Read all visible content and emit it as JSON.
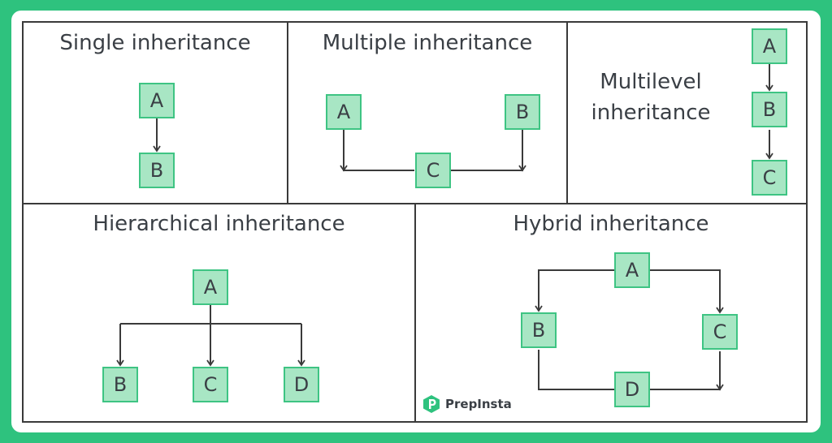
{
  "panels": {
    "single": {
      "title": "Single inheritance",
      "nodes": {
        "a": "A",
        "b": "B"
      }
    },
    "multiple": {
      "title": "Multiple inheritance",
      "nodes": {
        "a": "A",
        "b": "B",
        "c": "C"
      }
    },
    "multilevel": {
      "title_line1": "Multilevel",
      "title_line2": "inheritance",
      "nodes": {
        "a": "A",
        "b": "B",
        "c": "C"
      }
    },
    "hierarchical": {
      "title": "Hierarchical inheritance",
      "nodes": {
        "a": "A",
        "b": "B",
        "c": "C",
        "d": "D"
      }
    },
    "hybrid": {
      "title": "Hybrid inheritance",
      "nodes": {
        "a": "A",
        "b": "B",
        "c": "C",
        "d": "D"
      }
    }
  },
  "brand": {
    "name": "PrepInsta",
    "logo_icon": "prepinsta-logo-icon"
  },
  "colors": {
    "background": "#2ec27e",
    "node_fill": "#a8e6c4",
    "node_border": "#3ec483",
    "text": "#3a3f45",
    "line": "#3a3a3a"
  }
}
